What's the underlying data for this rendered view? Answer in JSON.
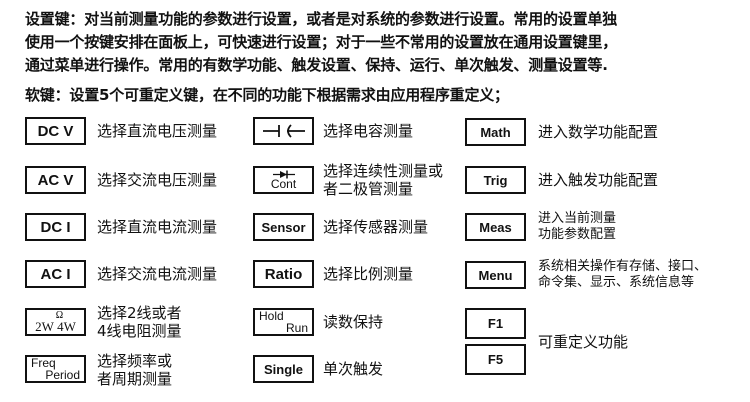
{
  "intro": {
    "line1": "设置键：对当前测量功能的参数进行设置，或者是对系统的参数进行设置。常用的设置单独",
    "line2": "使用一个按键安排在面板上，可快速进行设置；对于一些不常用的设置放在通用设置键里，",
    "line3": "通过菜单进行操作。常用的有数学功能、触发设置、保持、运行、单次触发、测量设置等.",
    "softkey": "软键：设置5个可重定义键，在不同的功能下根据需求由应用程序重定义；"
  },
  "keys": {
    "dcv": {
      "label": "DC V",
      "desc": "选择直流电压测量"
    },
    "acv": {
      "label": "AC V",
      "desc": "选择交流电压测量"
    },
    "dci": {
      "label": "DC I",
      "desc": "选择直流电流测量"
    },
    "aci": {
      "label": "AC I",
      "desc": "选择交流电流测量"
    },
    "ohm": {
      "symbol": "Ω",
      "left": "2W",
      "right": "4W",
      "desc1": "选择2线或者",
      "desc2": "4线电阻测量"
    },
    "freq": {
      "top": "Freq",
      "bottom": "Period",
      "desc1": "选择频率或",
      "desc2": "者周期测量"
    },
    "cap": {
      "desc": "选择电容测量"
    },
    "cont": {
      "label": "Cont",
      "desc1": "选择连续性测量或",
      "desc2": "者二极管测量"
    },
    "sensor": {
      "label": "Sensor",
      "desc": "选择传感器测量"
    },
    "ratio": {
      "label": "Ratio",
      "desc": "选择比例测量"
    },
    "hold": {
      "top": "Hold",
      "bottom": "Run",
      "desc": "读数保持"
    },
    "single": {
      "label": "Single",
      "desc": "单次触发"
    },
    "math": {
      "label": "Math",
      "desc": "进入数学功能配置"
    },
    "trig": {
      "label": "Trig",
      "desc": "进入触发功能配置"
    },
    "meas": {
      "label": "Meas",
      "desc1": "进入当前测量",
      "desc2": "功能参数配置"
    },
    "menu": {
      "label": "Menu",
      "desc1": "系统相关操作有存储、接口、",
      "desc2": "命令集、显示、系统信息等"
    },
    "f1": {
      "label": "F1"
    },
    "f5": {
      "label": "F5"
    },
    "fdesc": "可重定义功能"
  }
}
